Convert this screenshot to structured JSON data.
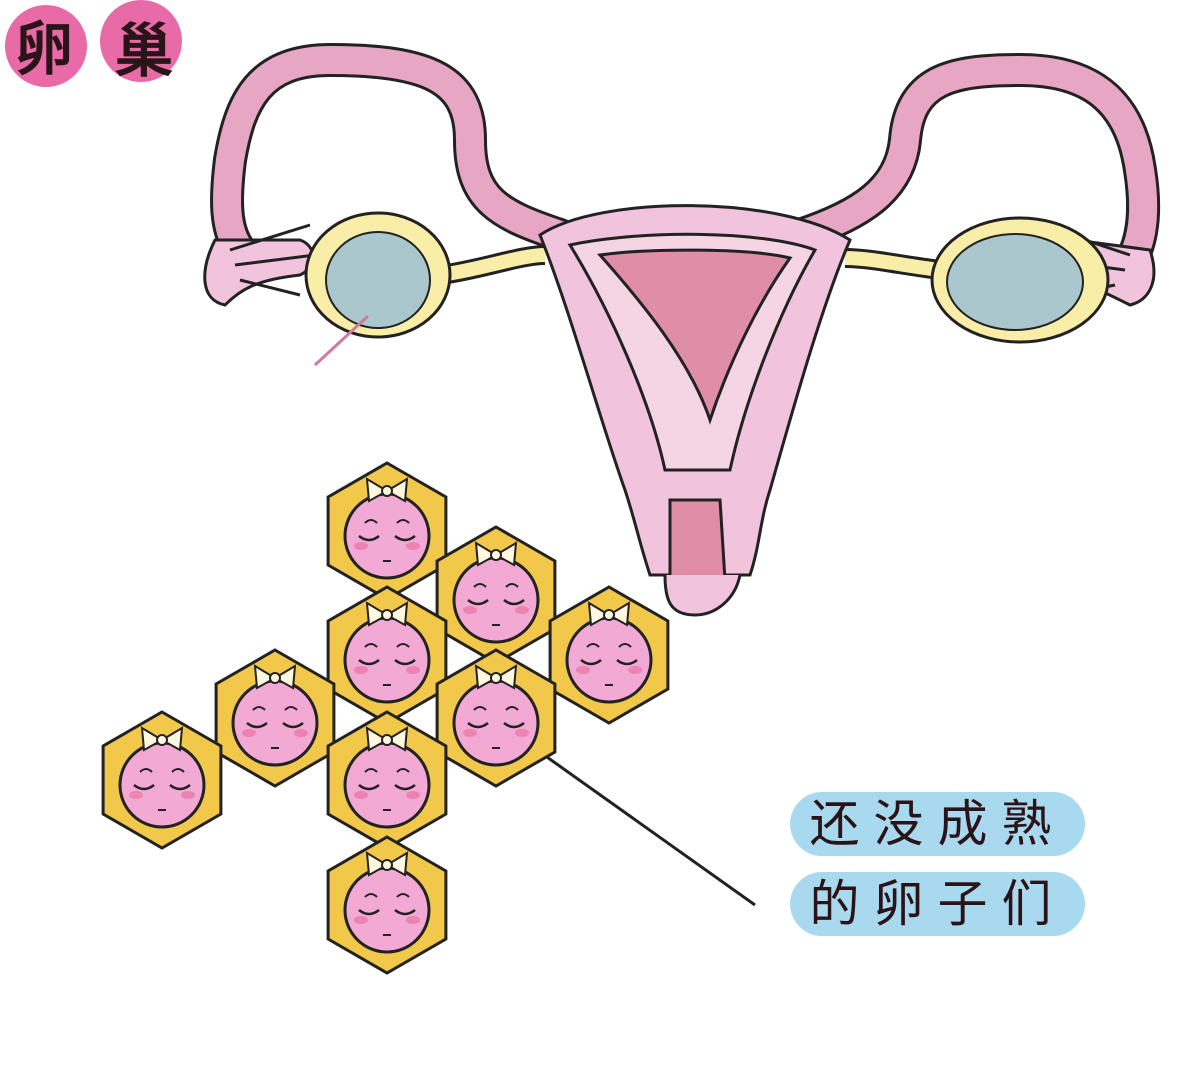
{
  "labels": {
    "ovary": [
      "卵",
      "巢"
    ],
    "eggs_line1": "还没成熟",
    "eggs_line2": "的卵子们"
  },
  "colors": {
    "uterus_outer": "#f1c3dc",
    "uterus_inner": "#e08ea8",
    "tube": "#e7a6c4",
    "ovary_ring": "#f8eea8",
    "ovary_core": "#a9c7cc",
    "hexagon": "#f2c84a",
    "egg": "#f2a9d4",
    "ovary_label_circle": "#e86aa6",
    "egg_label_pill": "#a9d9ee"
  },
  "egg_count": 9
}
